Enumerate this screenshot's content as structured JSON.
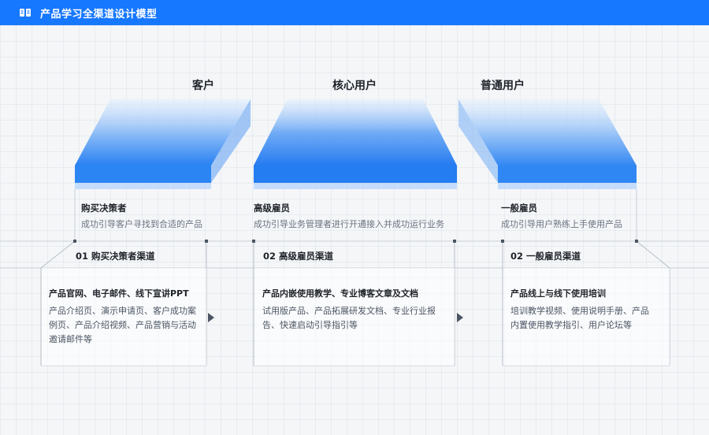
{
  "header": {
    "title": "产品学习全渠道设计模型"
  },
  "columns": [
    {
      "title": "客户",
      "role": "购买决策者",
      "role_desc": "成功引导客户寻找到合适的产品",
      "channel_title": "01 购买决策者渠道",
      "box_title": "产品官网、电子邮件、线下宣讲PPT",
      "box_text": "产品介绍页、演示申请页、客户成功案例页、产品介绍视频、产品营销与活动邀请邮件等"
    },
    {
      "title": "核心用户",
      "role": "高级雇员",
      "role_desc": "成功引导业务管理者进行开通接入并成功运行业务",
      "channel_title": "02 高级雇员渠道",
      "box_title": "产品内嵌使用教学、专业博客文章及文档",
      "box_text": "试用版产品、产品拓展研发文档、专业行业报告、快速启动引导指引等"
    },
    {
      "title": "普通用户",
      "role": "一般雇员",
      "role_desc": "成功引导用户熟练上手使用产品",
      "channel_title": "02 一般雇员渠道",
      "box_title": "产品线上与线下使用培训",
      "box_text": "培训教学视频、使用说明手册、产品内置使用教学指引、用户论坛等"
    }
  ],
  "icons": {
    "header": "book-icon",
    "arrow": "triangle-right-icon"
  },
  "colors": {
    "brand": "#1677ff",
    "slab_top": "#1f7cf2",
    "slab_light": "#cfe3fb"
  }
}
